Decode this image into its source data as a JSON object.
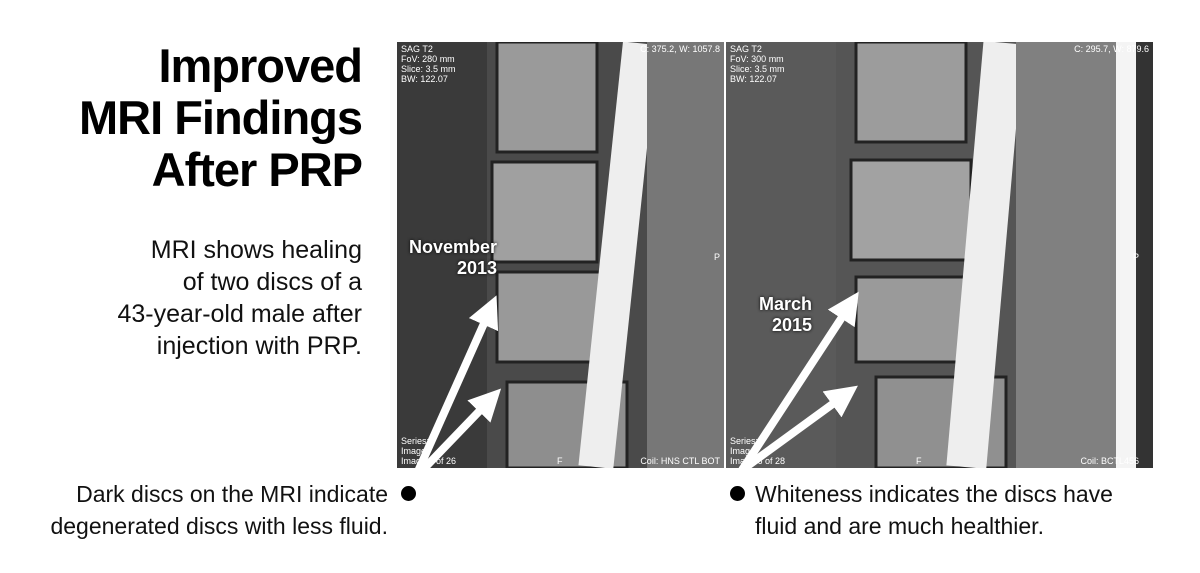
{
  "title": [
    "Improved",
    "MRI Findings",
    "After PRP"
  ],
  "subtitle": [
    "MRI shows healing",
    "of two discs of a",
    "43-year-old male after",
    "injection with PRP."
  ],
  "scans": [
    {
      "info": [
        "SAG T2",
        "FoV: 280 mm",
        "Slice: 3.5 mm",
        "BW: 122.07"
      ],
      "cw": "C: 375.2, W: 1057.8",
      "series": [
        "Series: ",
        "Image: ",
        "Image 1 of 26"
      ],
      "orient_p": "P",
      "orient_f": "F",
      "coil": "Coil: HNS CTL BOT",
      "date": [
        "November",
        "2013"
      ]
    },
    {
      "info": [
        "SAG T2",
        "FoV: 300 mm",
        "Slice: 3.5 mm",
        "BW: 122.07"
      ],
      "cw": "C: 295.7, W: 879.6",
      "series": [
        "Series: ",
        "Image: ",
        "Image 6 of 28"
      ],
      "orient_p": "P",
      "orient_f": "F",
      "coil": "Coil: BCTL456",
      "date": [
        "March",
        "2015"
      ]
    }
  ],
  "captions": {
    "left": [
      "Dark discs on the MRI indicate",
      "degenerated discs with less fluid."
    ],
    "right": [
      "Whiteness indicates the discs have",
      "fluid and are much healthier."
    ]
  }
}
